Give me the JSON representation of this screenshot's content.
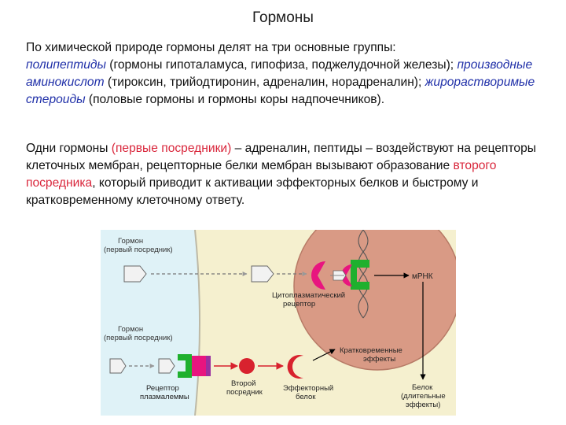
{
  "title": "Гормоны",
  "paragraph1": {
    "intro": "По химической природе гормоны делят на три основные группы:",
    "group1_term": "полипептиды",
    "group1_desc": " (гормоны гипоталамуса, гипофиза, поджелудочной железы);",
    "group2_term": "производные аминокислот",
    "group2_desc": " (тироксин, трийодтиронин, адреналин, норадреналин); ",
    "group3_term": "жирорастворимые стероиды",
    "group3_desc": " (половые гормоны и гормоны коры надпочечников)."
  },
  "paragraph2": {
    "part1": "Одни гормоны ",
    "first_messengers": "(первые посредники)",
    "part2": " – адреналин, пептиды – воздействуют на рецепторы клеточных мембран, рецепторные белки мембран вызывают образование ",
    "second_messenger": "второго посредника",
    "part3": ", который приводит к активации эффекторных белков и быстрому и кратковременному клеточному ответу."
  },
  "diagram": {
    "hormone_top_line1": "Гормон",
    "hormone_top_line2": "(первый посредник)",
    "cytoplasmic_receptor_line1": "Цитоплазматический",
    "cytoplasmic_receptor_line2": "рецептор",
    "mrna": "мРНК",
    "hormone_bottom_line1": "Гормон",
    "hormone_bottom_line2": "(первый посредник)",
    "short_term_line1": "Кратковременные",
    "short_term_line2": "эффекты",
    "membrane_receptor_line1": "Рецептор",
    "membrane_receptor_line2": "плазмалеммы",
    "second_messenger_line1": "Второй",
    "second_messenger_line2": "посредник",
    "effector_protein_line1": "Эффекторный",
    "effector_protein_line2": "белок",
    "protein_line1": "Белок",
    "protein_line2": "(длительные",
    "protein_line3": "эффекты)"
  },
  "colors": {
    "extracellular": "#dff2f7",
    "cytoplasm": "#f5f0cf",
    "nucleus": "#d99a85",
    "nucleus_border": "#b77a66",
    "green": "#1fb02e",
    "magenta": "#e8157f",
    "red": "#d8222e",
    "purple": "#9a2fa0",
    "hormone": "#f2f2f2",
    "text_red": "#d9263b",
    "text_blue": "#1f2fa8"
  }
}
